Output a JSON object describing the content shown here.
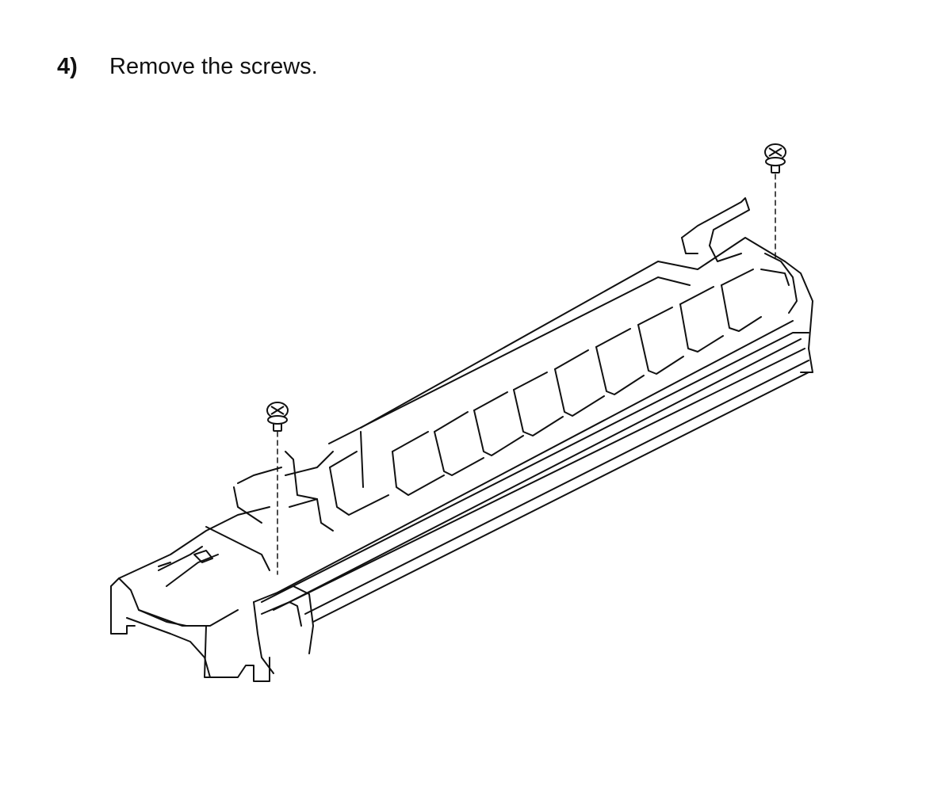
{
  "step": {
    "number": "4)",
    "instruction": "Remove the screws."
  },
  "figure": {
    "subject": "drum unit assembly",
    "callouts": [
      "screw",
      "screw"
    ],
    "line_color": "#111111",
    "background_color": "#ffffff"
  }
}
